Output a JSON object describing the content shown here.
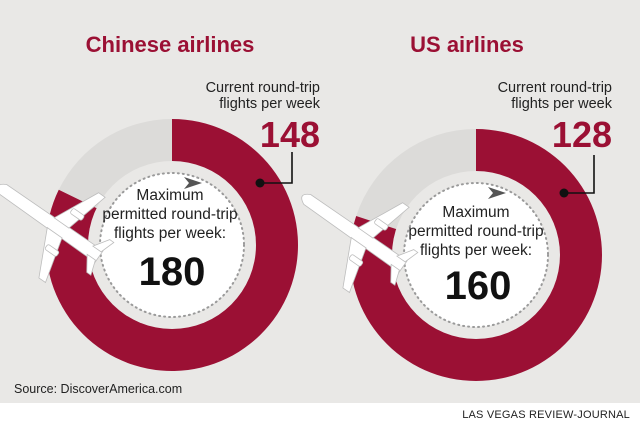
{
  "chart_data": [
    {
      "type": "pie",
      "title": "Chinese airlines",
      "current_label_line1": "Current round-trip",
      "current_label_line2": "flights per week",
      "current_value": 148,
      "max_label_line1": "Maximum",
      "max_label_line2": "permitted round-trip",
      "max_label_line3": "flights per week:",
      "max_value": 180
    },
    {
      "type": "pie",
      "title": "US airlines",
      "current_label_line1": "Current round-trip",
      "current_label_line2": "flights per week",
      "current_value": 128,
      "max_label_line1": "Maximum",
      "max_label_line2": "permitted round-trip",
      "max_label_line3": "flights per week:",
      "max_value": 160
    }
  ],
  "source": "Source: DiscoverAmerica.com",
  "credit": "LAS VEGAS REVIEW-JOURNAL",
  "colors": {
    "used": "#9b1034",
    "remaining": "#dcdbd9",
    "panel": "#e9e8e6",
    "airplane": "#ffffff",
    "arrow": "#555555"
  },
  "icons": [
    "airplane-icon",
    "refresh-arrow-icon"
  ]
}
